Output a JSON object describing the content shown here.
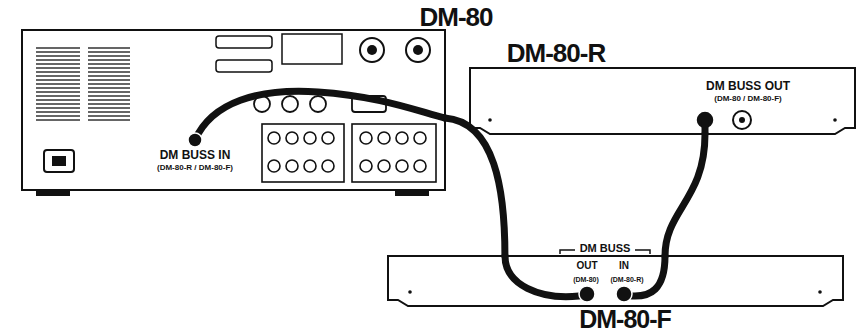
{
  "diagram": {
    "nodes": [
      {
        "text": [
          "DM-80",
          "DM BUSS IN",
          "(DM-80-R / DM-80-F)"
        ]
      },
      {
        "text": [
          "DM-80-R",
          "DM BUSS OUT",
          "(DM-80 / DM-80-F)"
        ]
      },
      {
        "text": [
          "DM BUSS",
          "OUT",
          "IN",
          "(DM-80)",
          "(DM-80-R)",
          "DM-80-F"
        ]
      }
    ],
    "edges": [
      {
        "from": 0,
        "to": 2,
        "arrow": "none"
      },
      {
        "from": 1,
        "to": 2,
        "arrow": "none"
      }
    ]
  }
}
